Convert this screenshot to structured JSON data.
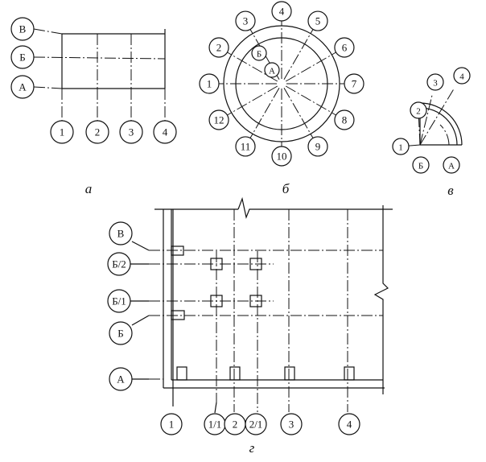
{
  "panel_a": {
    "caption": "а",
    "rows": [
      "В",
      "Б",
      "А"
    ],
    "cols": [
      "1",
      "2",
      "3",
      "4"
    ]
  },
  "panel_b": {
    "caption": "б",
    "radials": [
      "1",
      "2",
      "3",
      "4",
      "5",
      "6",
      "7",
      "8",
      "9",
      "10",
      "11",
      "12"
    ],
    "rings": [
      "Б",
      "А"
    ]
  },
  "panel_c": {
    "caption": "в",
    "radials": [
      "1",
      "2",
      "3",
      "4"
    ],
    "rings": [
      "Б",
      "А"
    ]
  },
  "panel_d": {
    "caption": "г",
    "rows": [
      "В",
      "Б/2",
      "Б/1",
      "Б",
      "А"
    ],
    "cols": [
      "1",
      "1/1",
      "2",
      "2/1",
      "3",
      "4"
    ]
  }
}
